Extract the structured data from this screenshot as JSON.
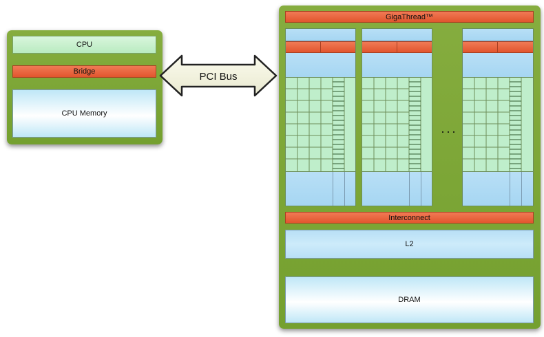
{
  "host": {
    "cpu_label": "CPU",
    "bridge_label": "Bridge",
    "memory_label": "CPU Memory"
  },
  "bus": {
    "label": "PCI Bus"
  },
  "gpu": {
    "gigathread_label": "GigaThread™",
    "interconnect_label": "Interconnect",
    "l2_label": "L2",
    "dram_label": "DRAM",
    "ellipsis": "···"
  },
  "colors": {
    "board_green": "#7aa536",
    "bar_orange": "#e9643e",
    "core_green": "#bfeecb",
    "memory_blue": "#bfe7f7"
  }
}
